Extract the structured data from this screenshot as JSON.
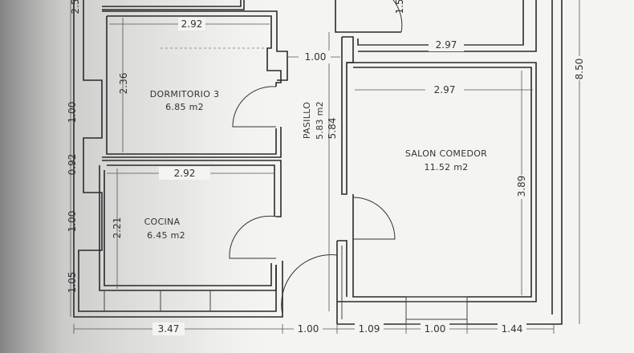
{
  "rooms": {
    "dormitorio": {
      "name": "DORMITORIO 3",
      "area": "6.85 m2"
    },
    "cocina": {
      "name": "COCINA",
      "area": "6.45 m2"
    },
    "salon": {
      "name": "SALON COMEDOR",
      "area": "11.52 m2"
    },
    "pasillo": {
      "name": "PASILLO",
      "area": "5.83 m2"
    }
  },
  "dimensions": {
    "dorm_width": "2.92",
    "dorm_depth": "2.36",
    "cocina_width": "2.92",
    "cocina_depth": "2.21",
    "hall_opening": "1.00",
    "pasillo_length": "5.84",
    "salon_width": "2.97",
    "top_room_width": "2.97",
    "top_room_depth": "1.5",
    "salon_depth": "3.89",
    "total_height": "8.50",
    "left_top": "2.5",
    "left_1": "1.00",
    "left_2": "0.92",
    "left_3": "1.00",
    "left_4": "1.05",
    "bottom_1": "3.47",
    "bottom_2": "1.00",
    "bottom_3": "1.09",
    "bottom_4": "1.00",
    "bottom_5": "1.44"
  }
}
